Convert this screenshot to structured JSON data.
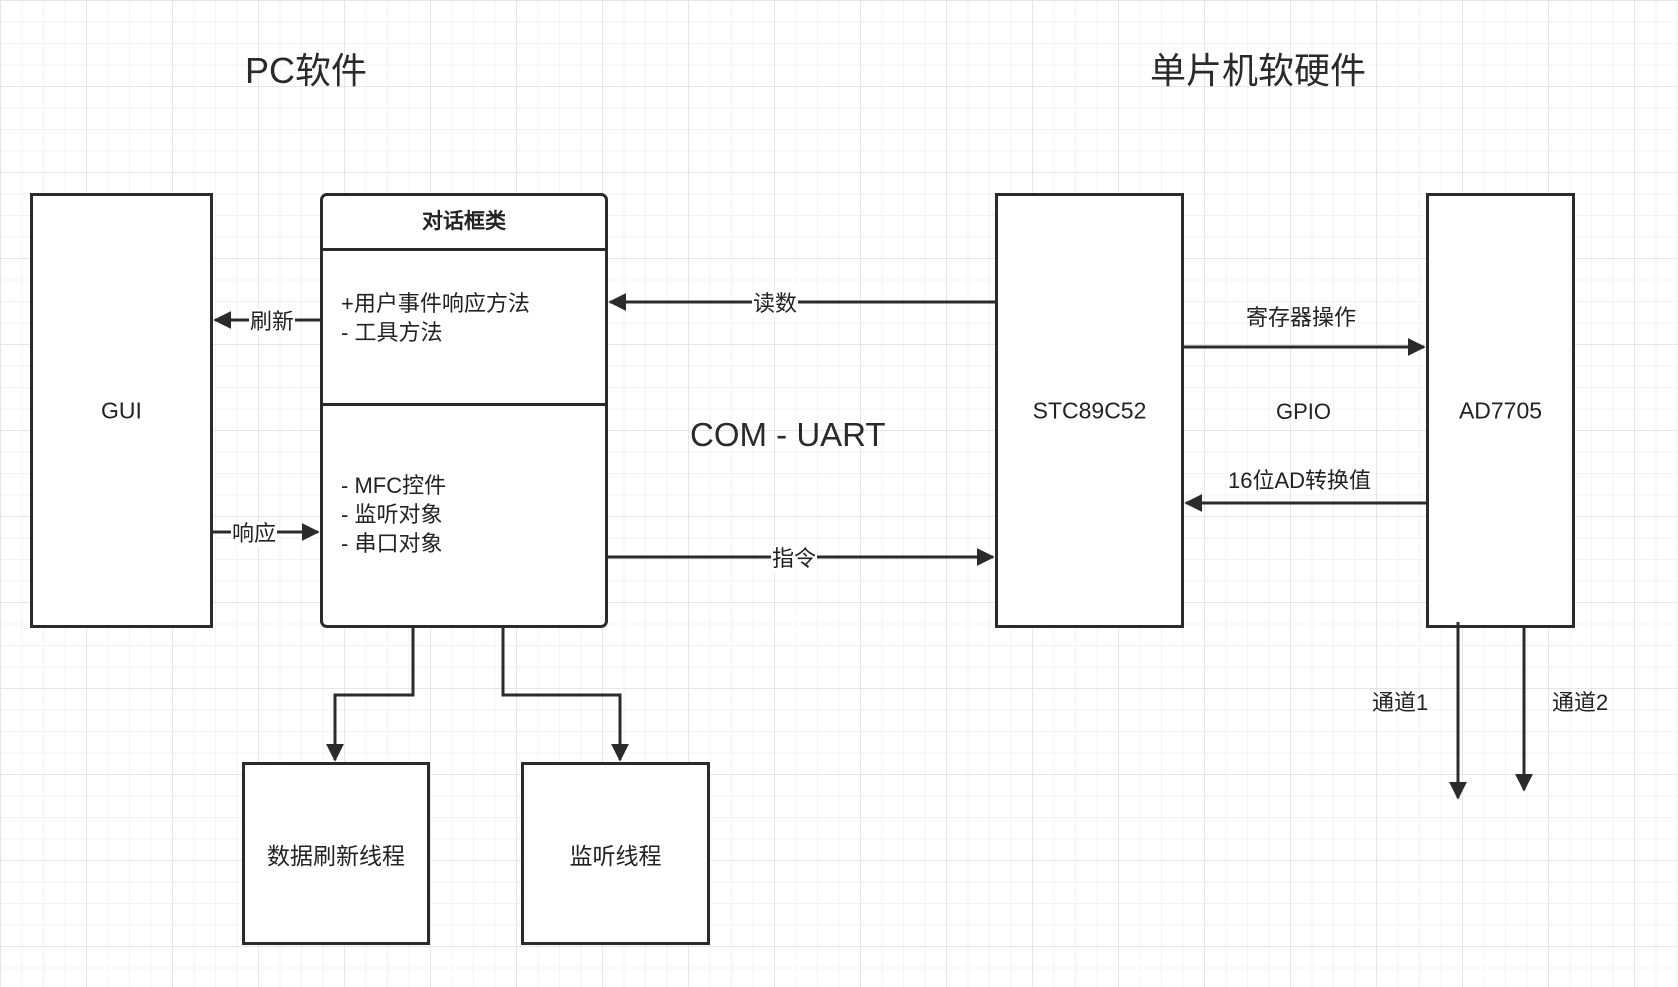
{
  "headings": {
    "pc_side": "PC软件",
    "mcu_side": "单片机软硬件"
  },
  "boxes": {
    "gui": "GUI",
    "data_refresh_thread": "数据刷新线程",
    "listener_thread": "监听线程",
    "stc89c52": "STC89C52",
    "ad7705": "AD7705"
  },
  "dialog_class": {
    "title": "对话框类",
    "section1": [
      "+用户事件响应方法",
      "- 工具方法"
    ],
    "section2": [
      "- MFC控件",
      "- 监听对象",
      "- 串口对象"
    ]
  },
  "edges": {
    "refresh": "刷新",
    "respond": "响应",
    "read": "读数",
    "command": "指令",
    "register_op": "寄存器操作",
    "gpio": "GPIO",
    "ad_value": "16位AD转换值",
    "channel1": "通道1",
    "channel2": "通道2"
  },
  "link_label": "COM - UART"
}
